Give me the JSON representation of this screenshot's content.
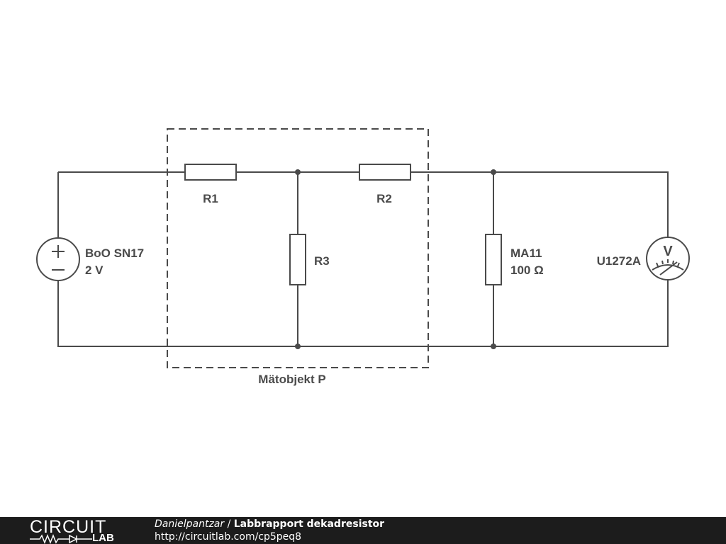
{
  "components": {
    "source": {
      "name": "BoO SN17",
      "value": "2 V"
    },
    "r1": {
      "name": "R1"
    },
    "r2": {
      "name": "R2"
    },
    "r3": {
      "name": "R3"
    },
    "load": {
      "name": "MA11",
      "value": "100 Ω"
    },
    "voltmeter": {
      "name": "U1272A",
      "symbol": "V"
    }
  },
  "group": {
    "label": "Mätobjekt P"
  },
  "colors": {
    "wire": "#4a4a4a",
    "footer_bg": "#1c1c1c",
    "footer_text": "#ffffff"
  },
  "footer": {
    "logo_top": "CIRCUIT",
    "logo_bottom": "LAB",
    "author": "Danielpantzar",
    "separator": " / ",
    "title": "Labbrapport dekadresistor",
    "url": "http://circuitlab.com/cp5peq8"
  }
}
